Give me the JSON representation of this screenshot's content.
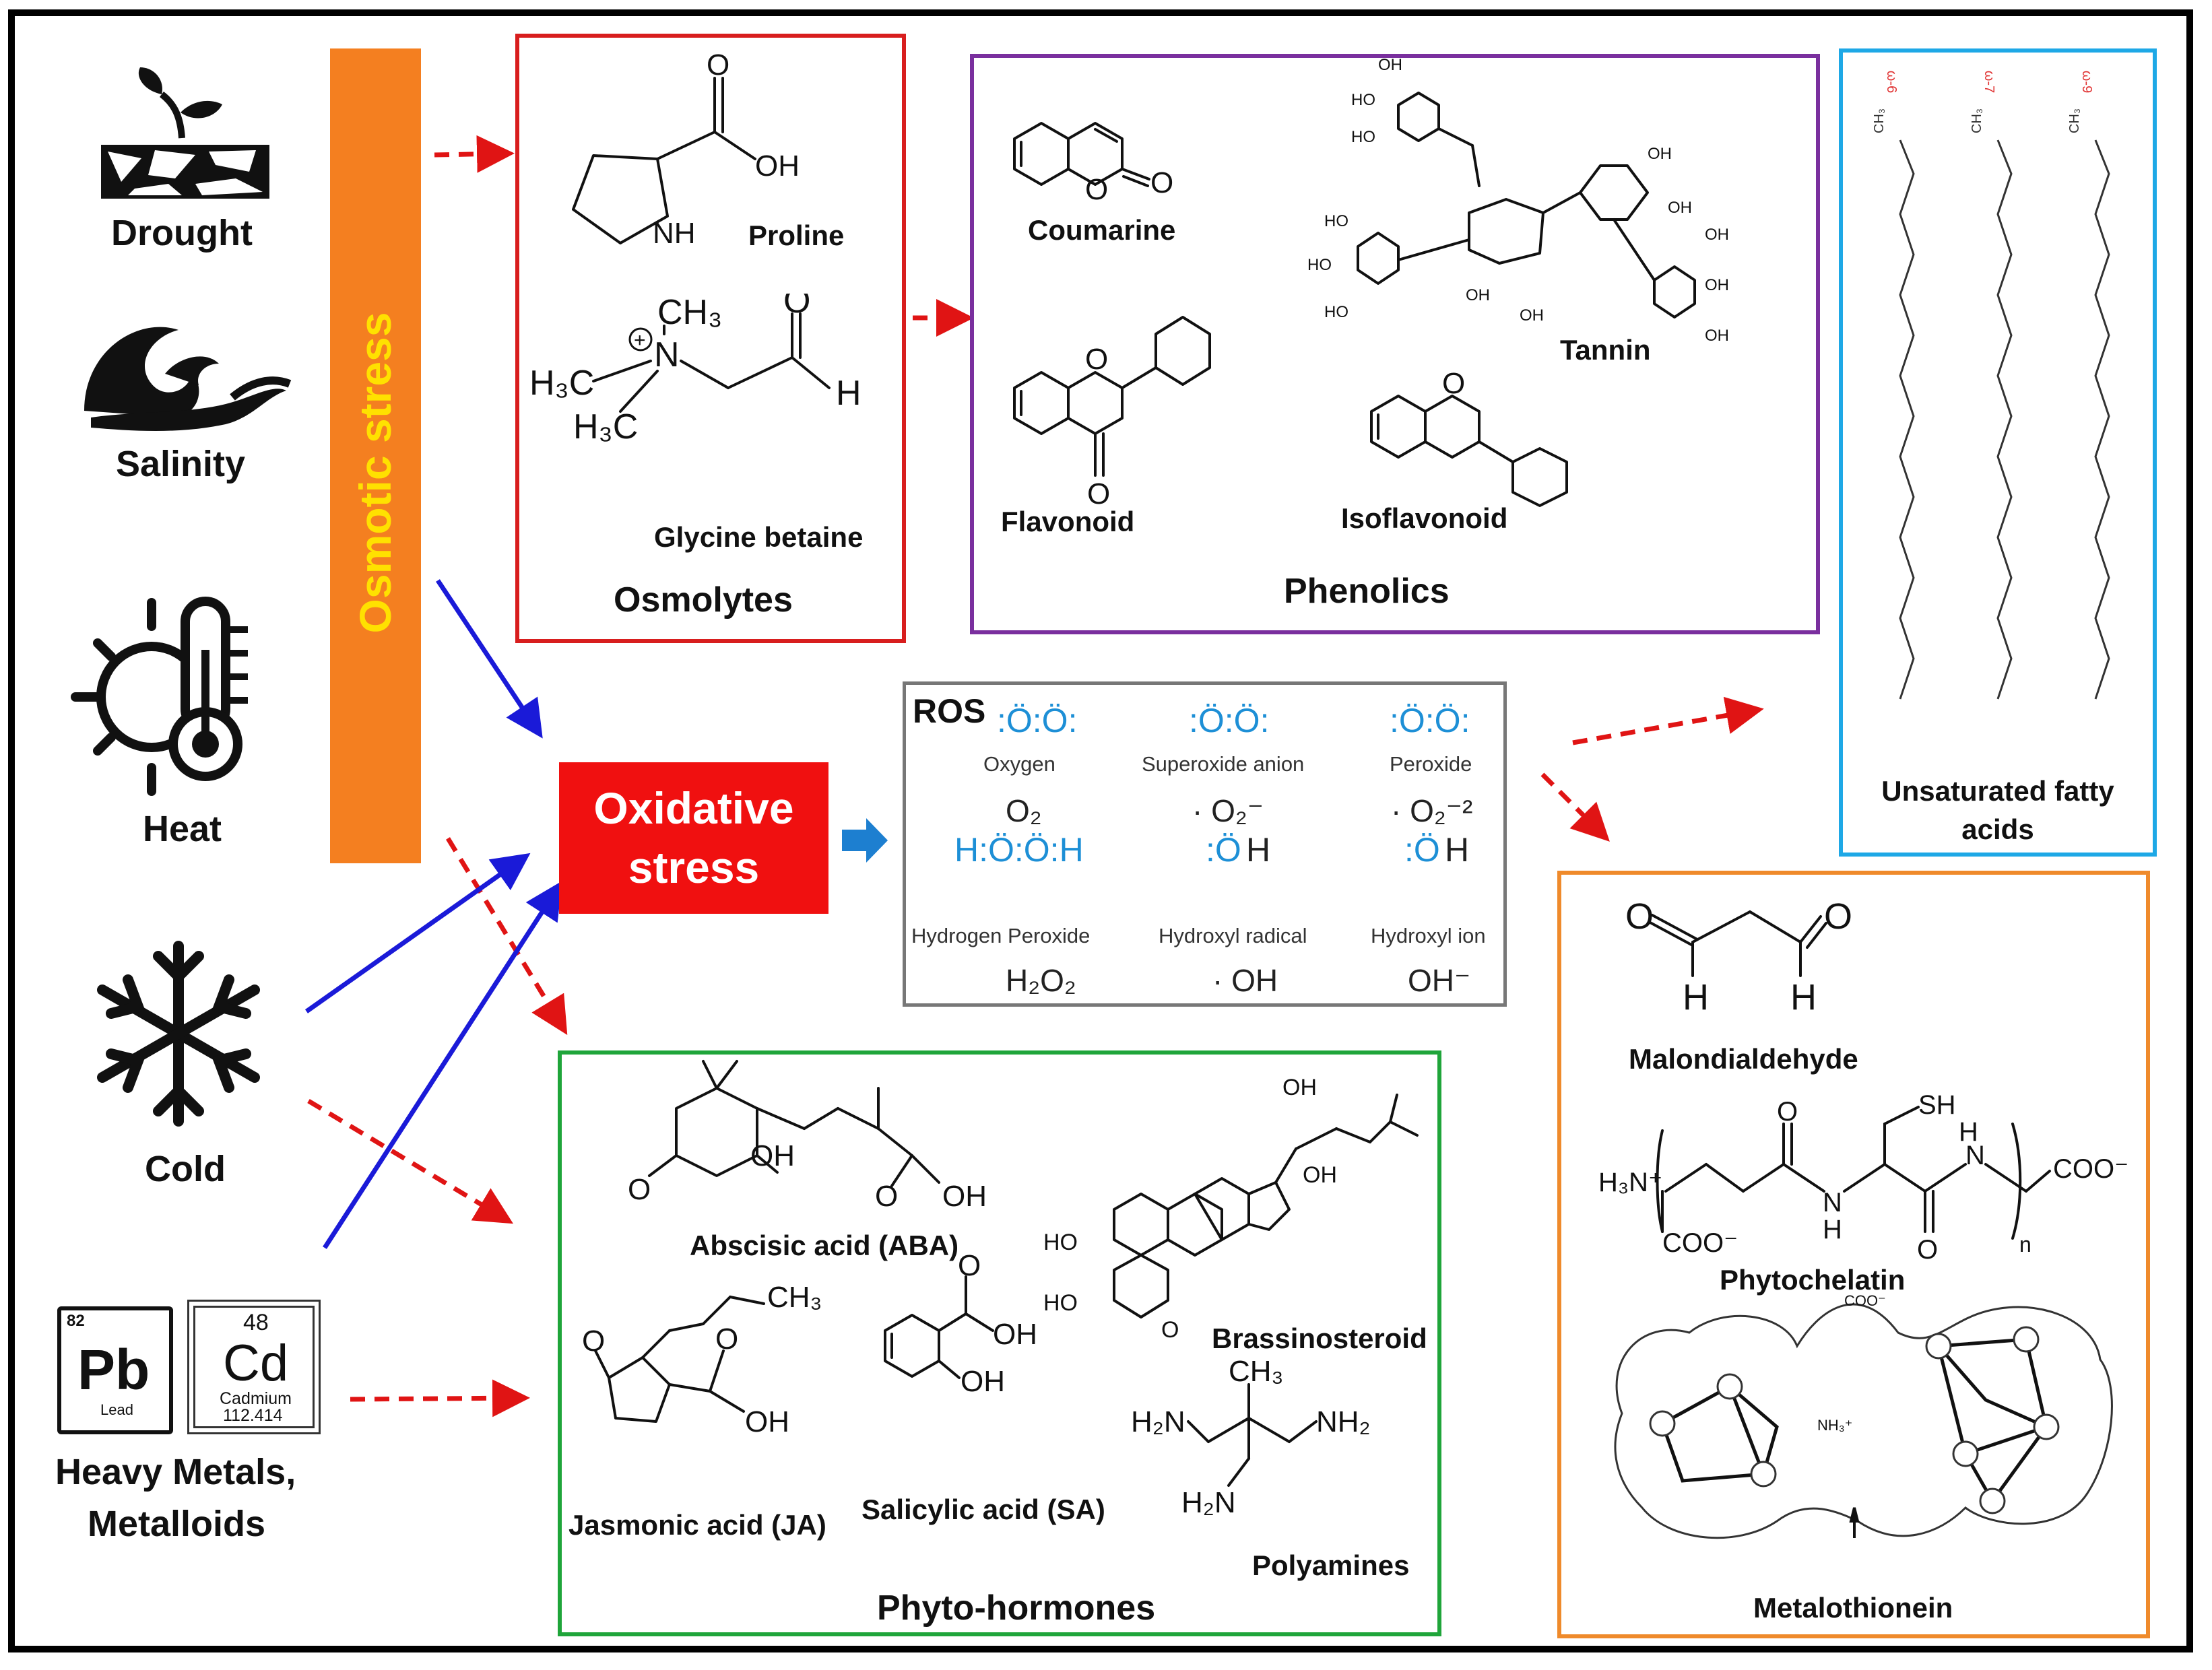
{
  "stressors": {
    "drought": "Drought",
    "salinity": "Salinity",
    "heat": "Heat",
    "cold": "Cold",
    "heavy_metals_line1": "Heavy Metals,",
    "heavy_metals_line2": "Metalloids"
  },
  "elements": {
    "pb": {
      "number": "82",
      "symbol": "Pb",
      "name": "Lead"
    },
    "cd": {
      "number": "48",
      "symbol": "Cd",
      "name": "Cadmium",
      "mass": "112.414"
    }
  },
  "osmotic_stress": "Osmotic stress",
  "oxidative_stress_line1": "Oxidative",
  "oxidative_stress_line2": "stress",
  "osmolytes": {
    "title": "Osmolytes",
    "proline": "Proline",
    "glycine_betaine": "Glycine betaine"
  },
  "phenolics": {
    "title": "Phenolics",
    "coumarine": "Coumarine",
    "tannin": "Tannin",
    "flavonoid": "Flavonoid",
    "isoflavonoid": "Isoflavonoid"
  },
  "ros": {
    "title": "ROS",
    "oxygen": "Oxygen",
    "superoxide": "Superoxide anion",
    "peroxide": "Peroxide",
    "hydrogen_peroxide": "Hydrogen Peroxide",
    "hydroxyl_radical": "Hydroxyl radical",
    "hydroxyl_ion": "Hydroxyl ion"
  },
  "fatty_acids": {
    "title_line1": "Unsaturated fatty",
    "title_line2": "acids",
    "omega_labels": [
      "ω-6",
      "ω-7",
      "ω-9"
    ]
  },
  "phytohormones": {
    "title": "Phyto-hormones",
    "aba": "Abscisic acid (ABA)",
    "brassinosteroid": "Brassinosteroid",
    "ja": "Jasmonic acid (JA)",
    "sa": "Salicylic acid (SA)",
    "polyamines": "Polyamines"
  },
  "metal_chelators": {
    "malondialdehyde": "Malondialdehyde",
    "phytochelatin": "Phytochelatin",
    "metalothionein": "Metalothionein"
  },
  "colors": {
    "osmolytes_border": "#d81e1e",
    "phenolics_border": "#7a2f9e",
    "fatty_border": "#1ea8e6",
    "phyto_border": "#1fa53a",
    "chelator_border": "#ef8a2b",
    "osmotic_bar": "#f47f20",
    "osmotic_text": "#ffe100",
    "oxidative_fill": "#f01010",
    "blue_arrow": "#1a1ad8",
    "red_dashed": "#e01414",
    "ros_blue": "#1d8fd6"
  }
}
